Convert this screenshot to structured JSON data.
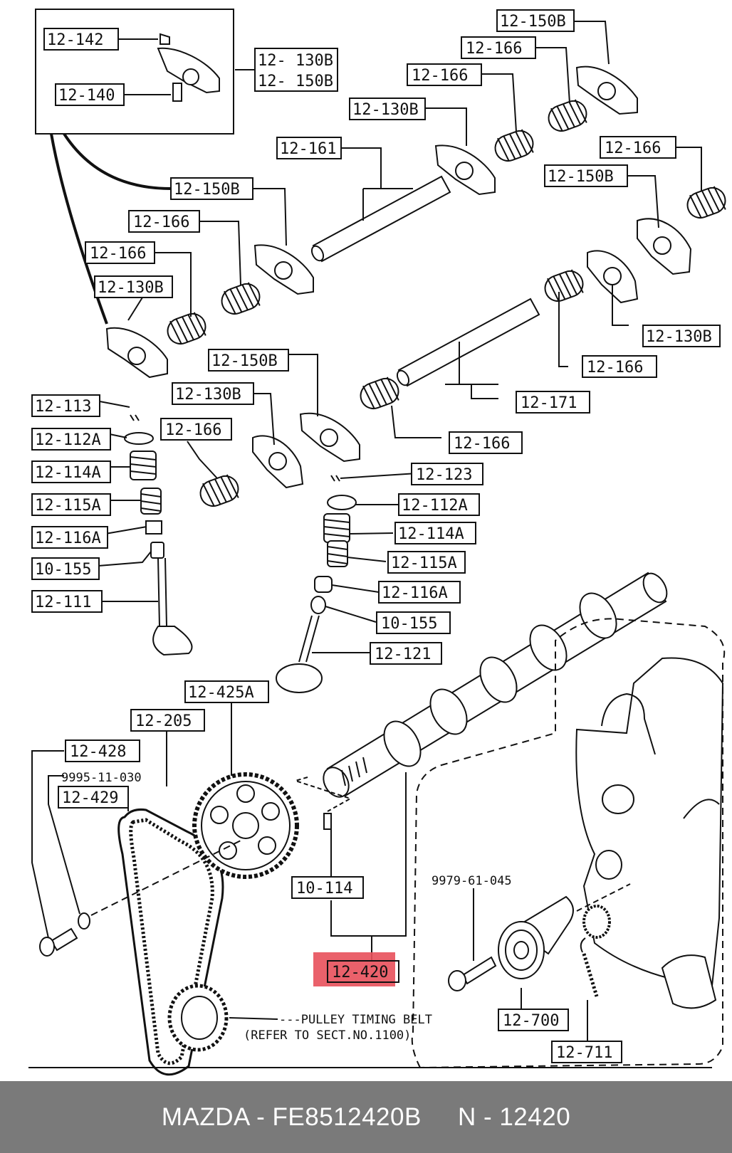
{
  "labels": {
    "l_12_142": "12-142",
    "l_12_140": "12-140",
    "l_12_130b_top": "12- 130B",
    "l_12_150b_top": "12- 150B",
    "l_12_150b_r1": "12-150B",
    "l_12_166_r1": "12-166",
    "l_12_166_r2": "12-166",
    "l_12_130b_r1": "12-130B",
    "l_12_161": "12-161",
    "l_12_166_r3": "12-166",
    "l_12_150b_r2": "12-150B",
    "l_12_150b_l1": "12-150B",
    "l_12_166_l1": "12-166",
    "l_12_166_l2": "12-166",
    "l_12_130b_l1": "12-130B",
    "l_12_130b_r2": "12-130B",
    "l_12_166_r4": "12-166",
    "l_12_150b_m": "12-150B",
    "l_12_130b_m": "12-130B",
    "l_12_171": "12-171",
    "l_12_166_m": "12-166",
    "l_12_166_m2": "12-166",
    "l_12_113": "12-113",
    "l_12_112a_l": "12-112A",
    "l_12_114a_l": "12-114A",
    "l_12_115a_l": "12-115A",
    "l_12_116a_l": "12-116A",
    "l_10_155_l": "10-155",
    "l_12_111": "12-111",
    "l_12_123": "12-123",
    "l_12_112a_r": "12-112A",
    "l_12_114a_r": "12-114A",
    "l_12_115a_r": "12-115A",
    "l_12_116a_r": "12-116A",
    "l_10_155_r": "10-155",
    "l_12_121": "12-121",
    "l_12_425a": "12-425A",
    "l_12_205": "12-205",
    "l_12_428": "12-428",
    "l_9995": "9995-11-030",
    "l_12_429": "12-429",
    "l_10_114": "10-114",
    "l_12_420": "12-420",
    "l_9979": "9979-61-045",
    "l_12_700": "12-700",
    "l_12_711": "12-711",
    "note_line1": "---PULLEY TIMING BELT",
    "note_line2": "(REFER TO SECT.NO.1100)"
  },
  "highlight_color": "#e8505b",
  "footer": {
    "text": "MAZDA - FE8512420B     N - 12420"
  }
}
